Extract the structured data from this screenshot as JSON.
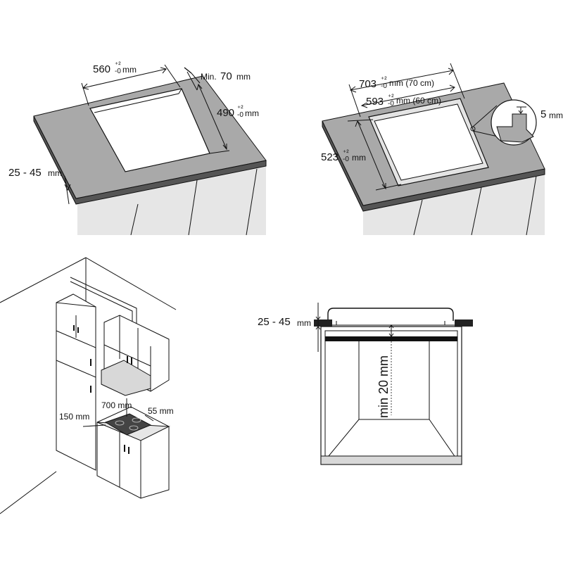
{
  "panel_top_left": {
    "cutout_width": "560",
    "cutout_width_tol": "+2\n-0",
    "cutout_width_unit": "mm",
    "edge_distance_prefix": "Min.",
    "edge_distance": "70",
    "edge_distance_unit": "mm",
    "cutout_depth": "490",
    "cutout_depth_tol": "+2\n-0",
    "cutout_depth_unit": "mm",
    "worktop_thickness": "25 - 45",
    "worktop_thickness_unit": "mm"
  },
  "panel_top_right": {
    "outer_width": "703",
    "outer_width_suffix": "mm (70 cm)",
    "inner_width": "593",
    "inner_width_suffix": "mm (60 cm)",
    "inner_depth": "523",
    "inner_depth_unit": "mm",
    "tolerance": "+2\n-0",
    "recess_depth": "5",
    "recess_depth_unit": "mm"
  },
  "panel_bottom_left": {
    "side_clearance": "150 mm",
    "hood_width": "700 mm",
    "rear_clearance": "55 mm"
  },
  "panel_bottom_right": {
    "worktop_thickness": "25 - 45",
    "worktop_thickness_unit": "mm",
    "gap_below": "min 20 mm"
  },
  "colors": {
    "worktop": "#a9a9a9",
    "worktop_edge": "#555555",
    "cabinet": "#e6e6e6",
    "line": "#111111"
  }
}
